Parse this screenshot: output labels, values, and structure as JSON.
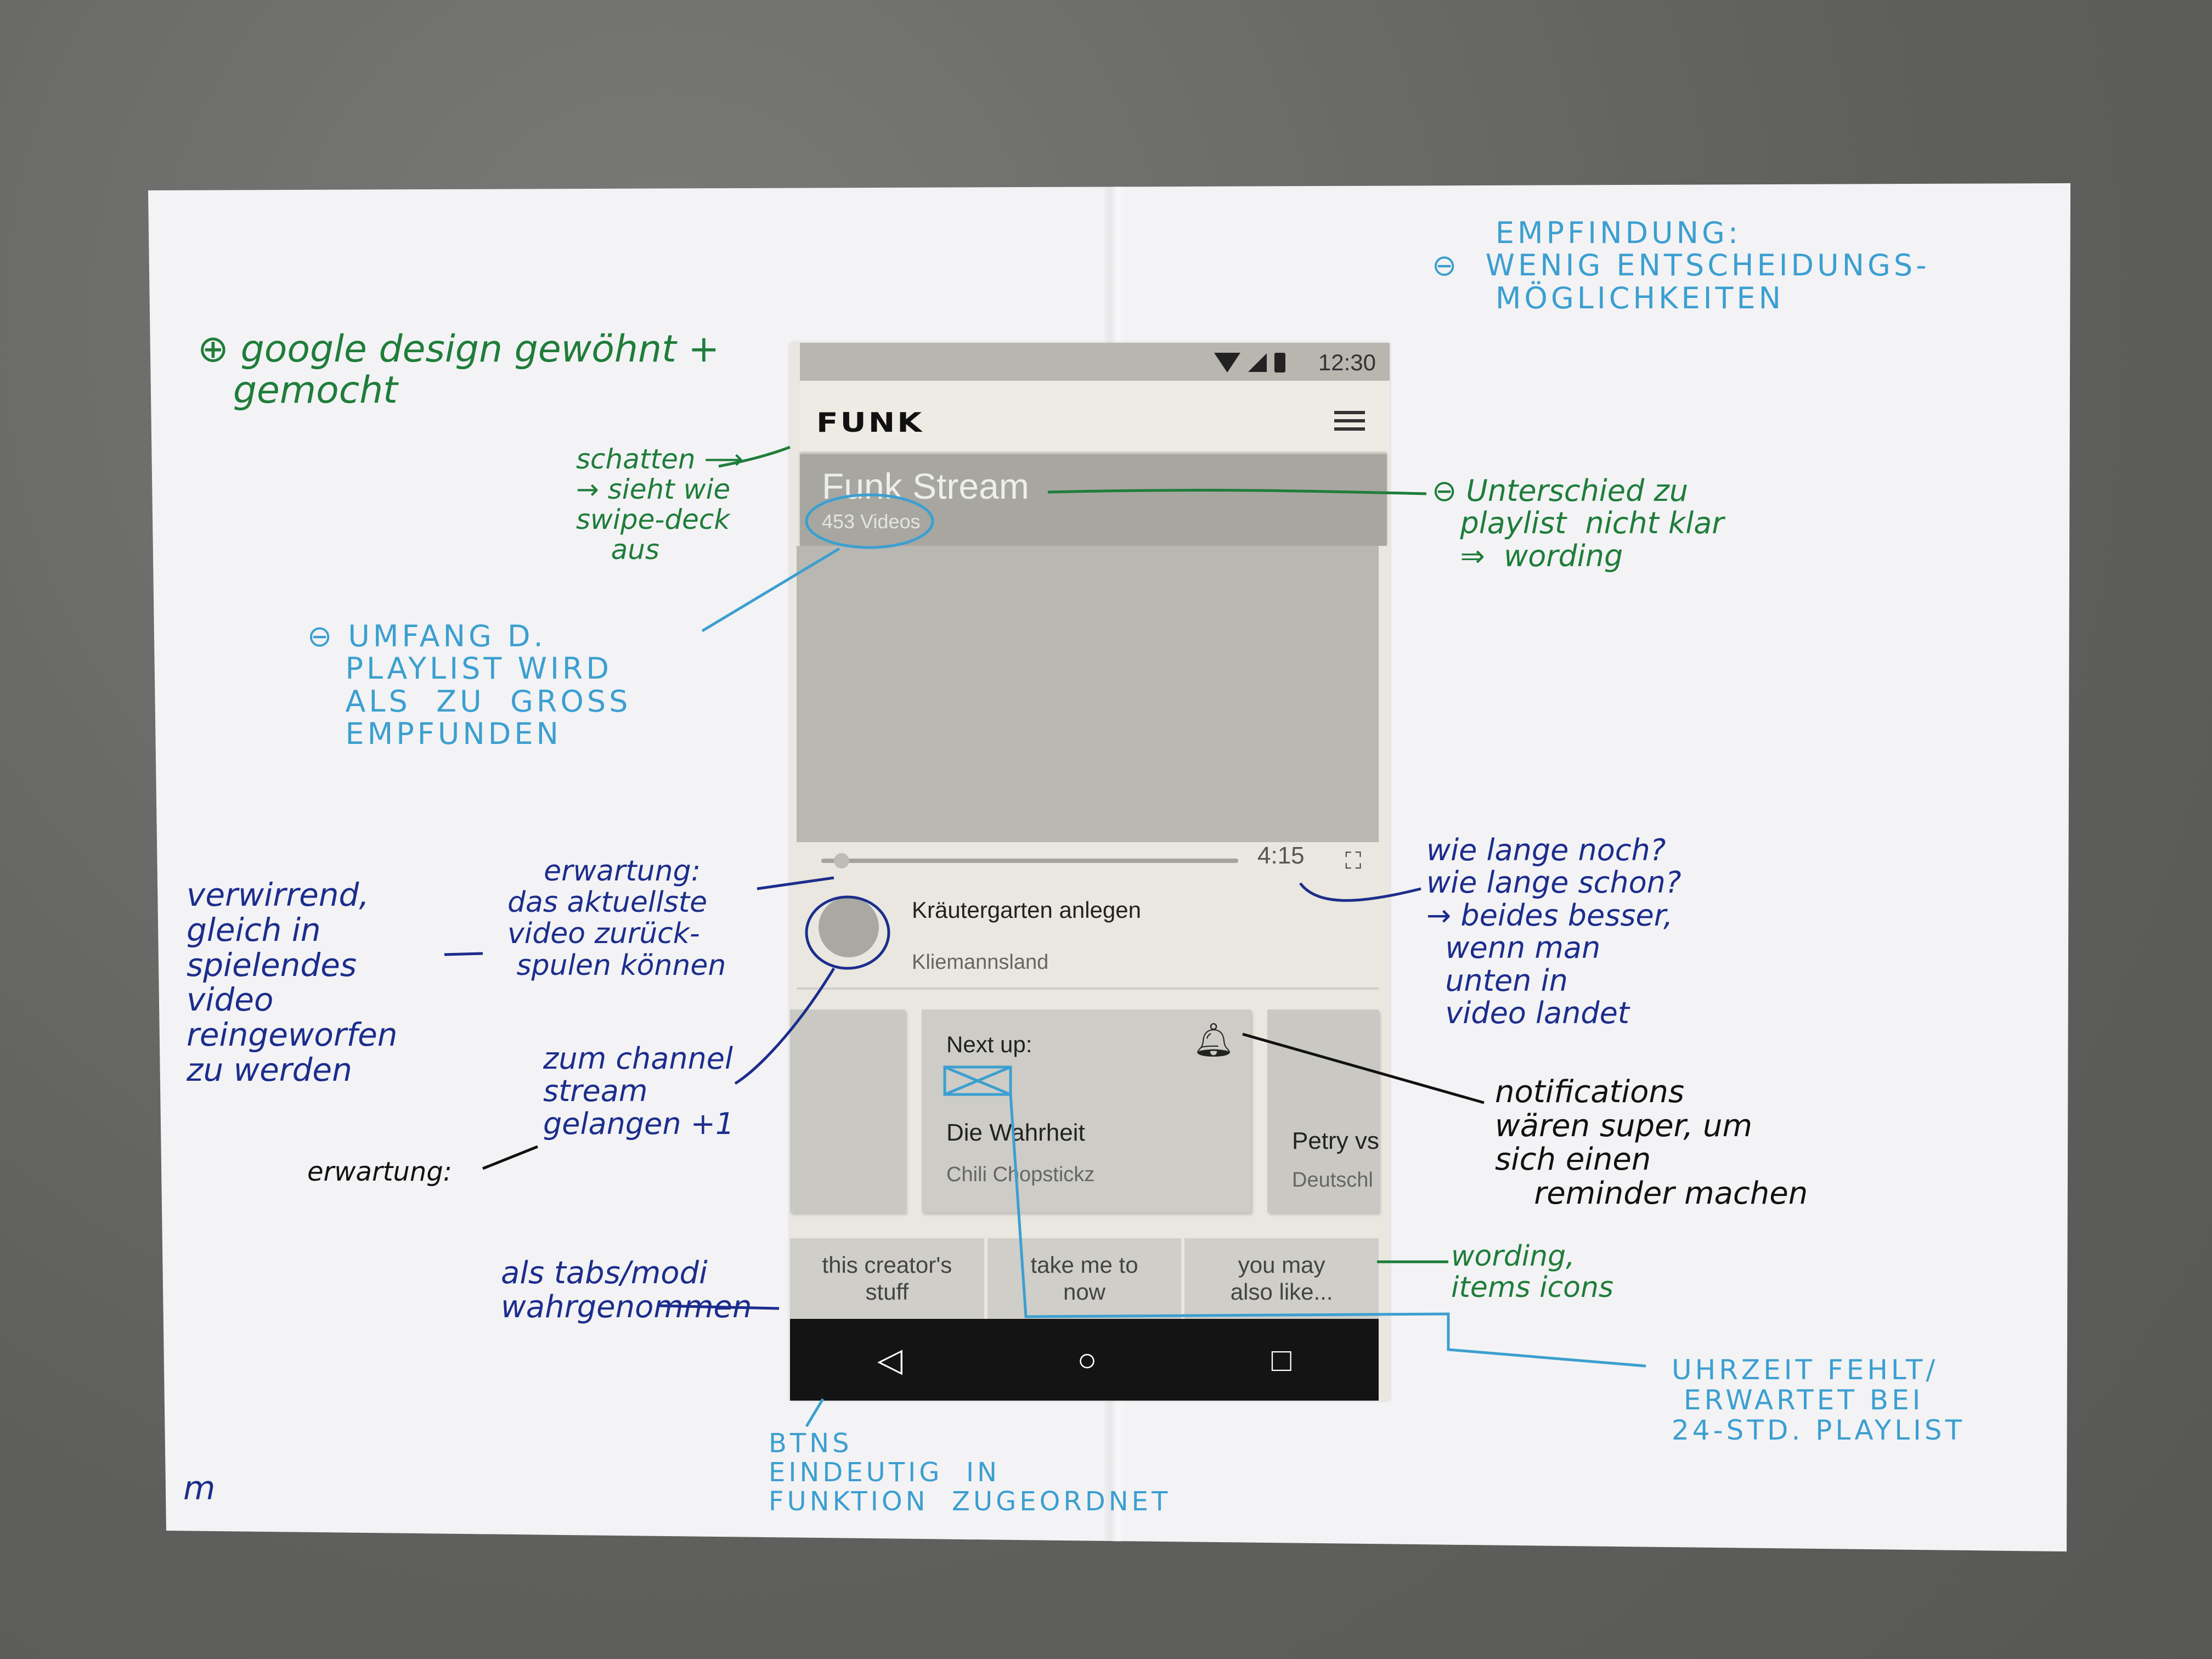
{
  "phone": {
    "status_bar": {
      "time": "12:30",
      "icons": [
        "wifi-icon",
        "signal-icon",
        "battery-icon"
      ]
    },
    "app_bar": {
      "logo": "FUNK",
      "menu_icon": "hamburger-menu-icon"
    },
    "playlist": {
      "title": "Funk Stream",
      "count": "453 Videos"
    },
    "player": {
      "duration": "4:15",
      "progress": 0.03,
      "fullscreen_icon": "fullscreen-icon"
    },
    "current_video": {
      "title": "Kräutergarten anlegen",
      "channel": "Kliemannsland"
    },
    "cards": [
      {
        "label": "Next up:",
        "title": "Die Wahrheit",
        "channel": "Chili Chopstickz",
        "icon": "bell-icon"
      },
      {
        "title": "Petry vs",
        "channel": "Deutschl"
      }
    ],
    "tabs": [
      "this creator's\nstuff",
      "take me to\nnow",
      "you may\nalso like..."
    ],
    "nav": {
      "back": "◁",
      "home": "○",
      "recents": "□"
    }
  },
  "annotations": {
    "google": "⊕ google design gewöhnt +\n   gemocht",
    "schatten": "schatten ⟶\n→ sieht wie\nswipe-deck\n    aus",
    "umfang": "⊖ UMFANG D.\n   PLAYLIST WIRD\n   ALS  ZU  GROSS\n   EMPFUNDEN",
    "empfindung": "     EMPFINDUNG:\n⊖  WENIG ENTSCHEIDUNGS-\n     MÖGLICHKEITEN",
    "unterschied": "⊖ Unterschied zu\n   playlist  nicht klar\n   ⇒  wording",
    "verwirrend": "verwirrend,\ngleich in\nspielendes\nvideo\nreingeworfen\nzu werden",
    "erwartung1": "    erwartung:\ndas aktuellste\nvideo zurück-\n spulen können",
    "channel": "zum channel\nstream\ngelangen +1",
    "erwartung2": "erwartung:",
    "tabs_modi": "als tabs/modi\nwahrgenommen",
    "wie_lange": "wie lange noch?\nwie lange schon?\n→ beides besser,\n  wenn man\n  unten in\n  video landet",
    "notifications": "notifications\nwären super, um\nsich einen\n    reminder machen",
    "wording_icons": "wording,\nitems icons",
    "uhrzeit": "UHRZEIT FEHLT/\n ERWARTET BEI\n24-STD. PLAYLIST",
    "btns": "BTNS\nEINDEUTIG  IN\nFUNKTION  ZUGEORDNET",
    "signature": "m"
  }
}
